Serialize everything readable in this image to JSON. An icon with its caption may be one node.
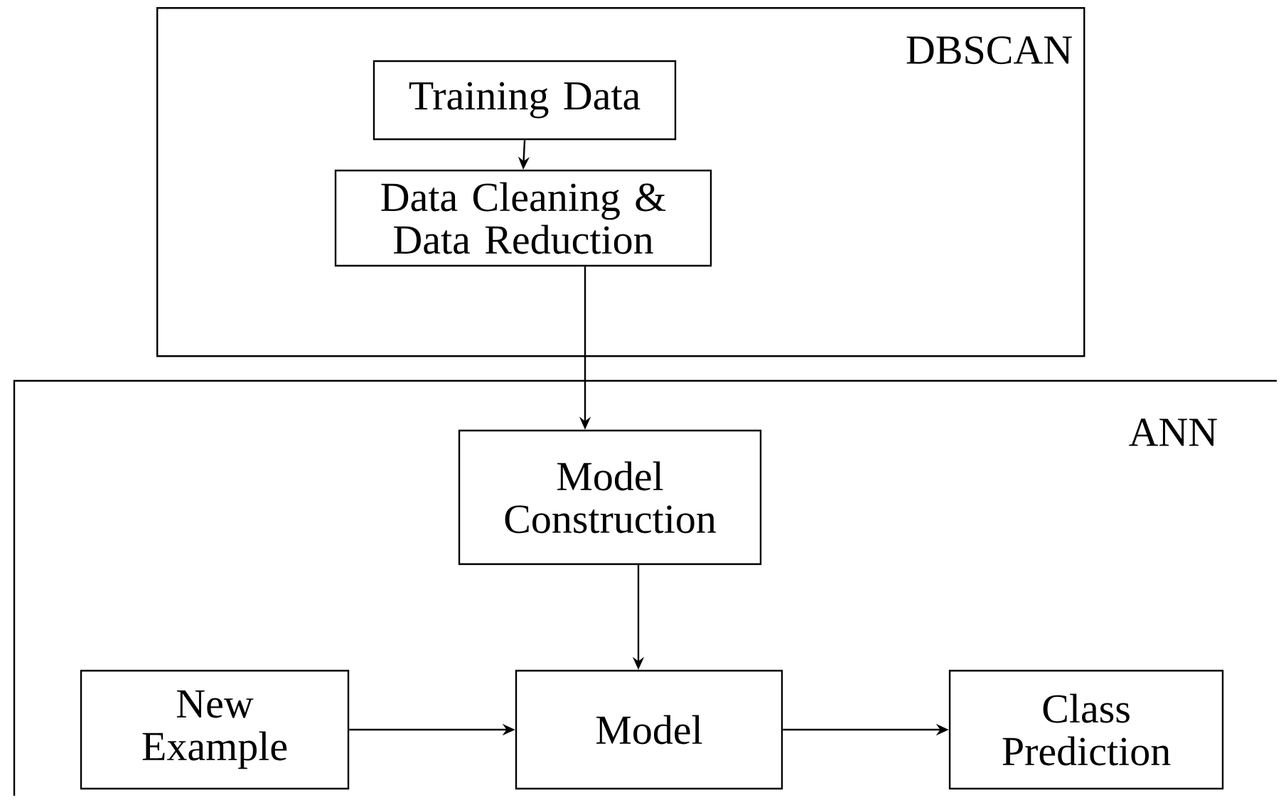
{
  "diagram": {
    "nodes": [
      {
        "text": [
          "DBSCAN"
        ]
      },
      {
        "text": [
          "Training Data"
        ],
        "in": 0
      },
      {
        "text": [
          "Data Cleaning & Data Reduction"
        ],
        "in": 0
      },
      {
        "text": [
          "ANN"
        ]
      },
      {
        "text": [
          "Model Construction"
        ],
        "in": 3
      },
      {
        "text": [
          "New Example"
        ],
        "in": 3
      },
      {
        "text": [
          "Model"
        ],
        "in": 3
      },
      {
        "text": [
          "Class Prediction"
        ],
        "in": 3
      }
    ],
    "edges": [
      {
        "from": 1,
        "to": 2,
        "arrow": "to"
      },
      {
        "from": 2,
        "to": 4,
        "arrow": "to"
      },
      {
        "from": 4,
        "to": 6,
        "arrow": "to"
      },
      {
        "from": 5,
        "to": 6,
        "arrow": "to"
      },
      {
        "from": 6,
        "to": 7,
        "arrow": "to"
      }
    ]
  }
}
